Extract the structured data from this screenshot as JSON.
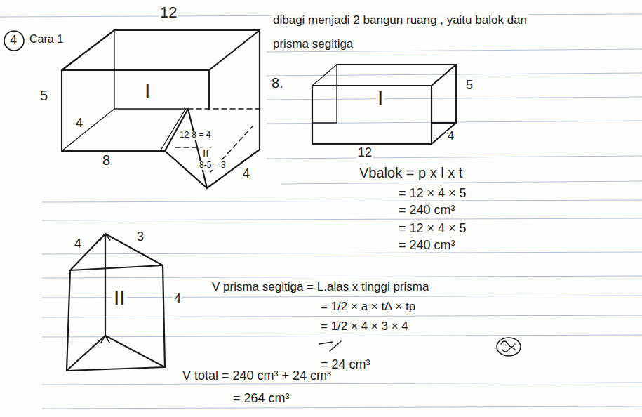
{
  "diagram": {
    "labels": [
      "4",
      "Cara 1",
      "12",
      "5",
      "I",
      "8.",
      "4",
      "8",
      "12-8 = 4",
      "II",
      "8-5 = 3",
      "4",
      "dibagi menjadi 2 bangun ruang , yaitu balok dan",
      "prisma segitiga",
      "I",
      "5",
      "4",
      "12",
      "Vbalok = p x l x t",
      "= 12 × 4 × 5",
      "= 240 cm³",
      "= 12 × 4 × 5",
      "= 240 cm³",
      "4",
      "3",
      "II",
      "4",
      "V prisma segitiga = L.alas x tinggi prisma",
      "= 1/2 × a × t∆ × tp",
      "= 1/2 × 4 × 3 × 4",
      "= 24 cm³",
      "V total = 240 cm³ + 24 cm³",
      "= 264 cm³"
    ]
  }
}
